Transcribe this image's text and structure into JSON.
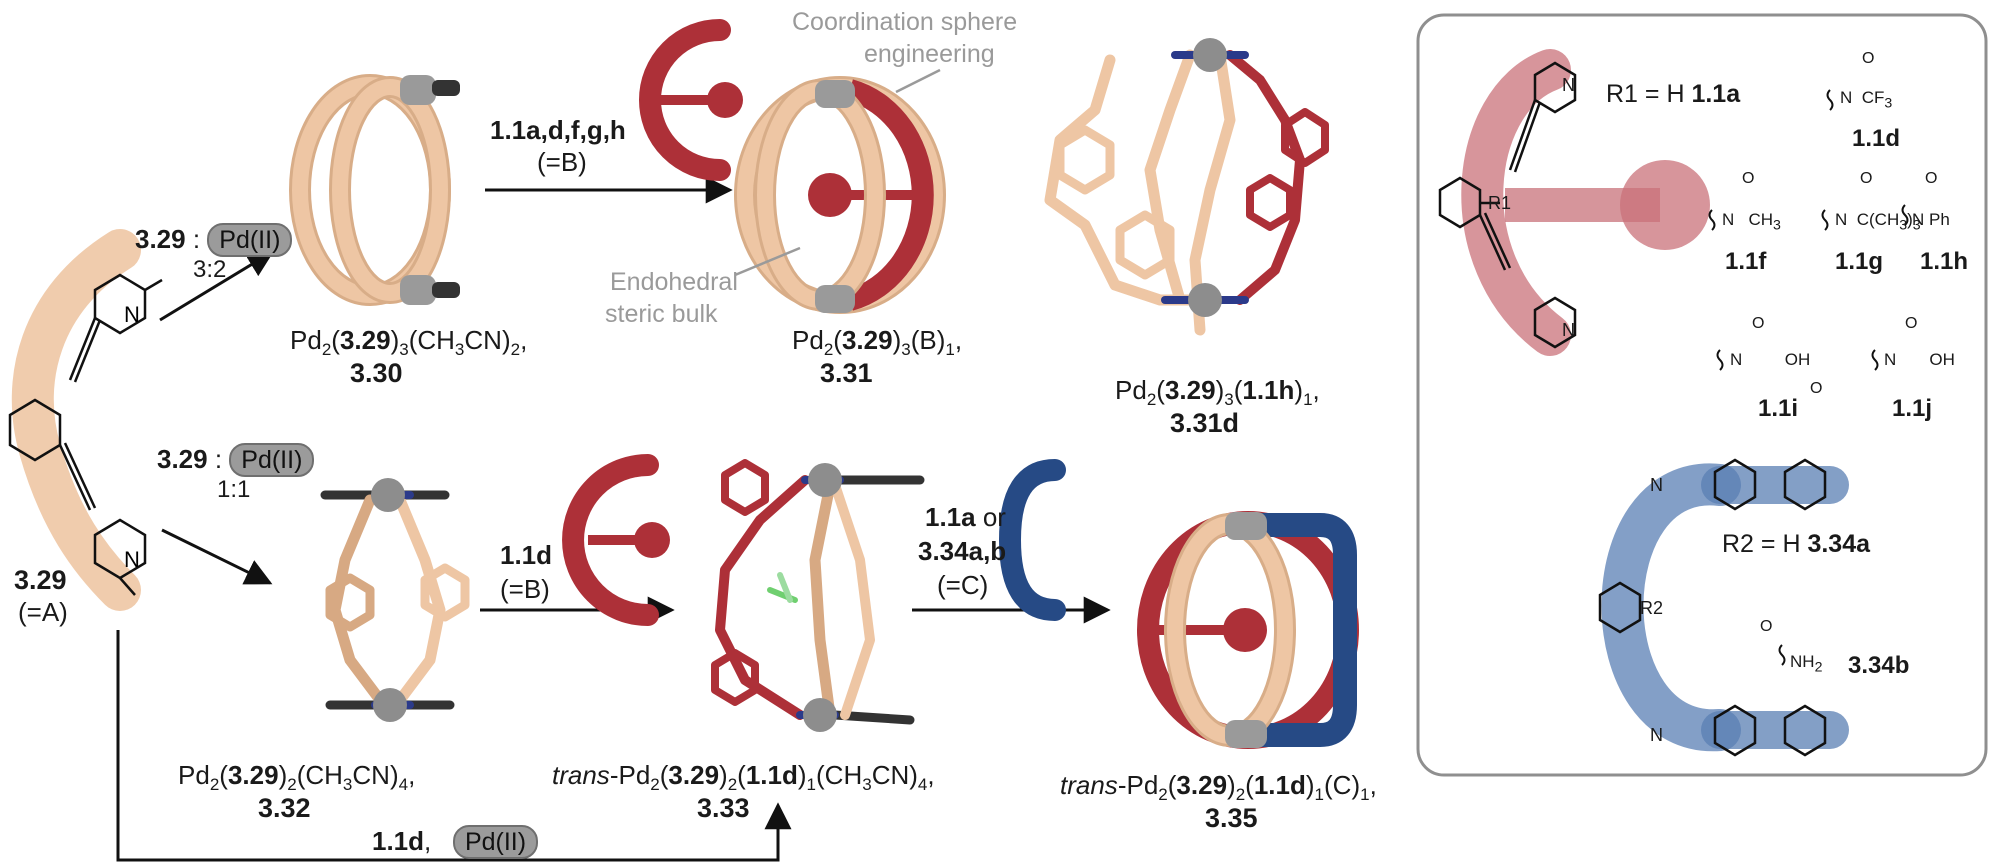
{
  "colors": {
    "beige": "#eec6a4",
    "beige_dark": "#d7a983",
    "red": "#ad3038",
    "blue": "#264a85",
    "pd_gray": "#9a9a9a",
    "panel_border": "#8f8f8f"
  },
  "ligand_A": {
    "id": "3.29",
    "tag": "(=A)"
  },
  "step_top": {
    "ligand": "3.29",
    "sep": " : ",
    "metal": "Pd(II)",
    "ratio": "3:2"
  },
  "step_mid": {
    "ligand": "3.29",
    "sep": " : ",
    "metal": "Pd(II)",
    "ratio": "1:1"
  },
  "step_bottom": {
    "reagent": "1.1d",
    "sep": ",",
    "metal": "Pd(II)"
  },
  "cond_B_top": {
    "reagents": "1.1a,d,f,g,h",
    "tag": "(=B)"
  },
  "cond_B_mid": {
    "reagent": "1.1d",
    "tag": "(=B)"
  },
  "cond_C": {
    "r1": "1.1a",
    "or": " or",
    "r2": "3.34a,b",
    "tag": "(=C)"
  },
  "annot": {
    "coord1": "Coordination sphere",
    "coord2": "engineering",
    "endo1": "Endohedral",
    "endo2": "steric bulk"
  },
  "c330": {
    "pre": "Pd",
    "s1": "2",
    "l": "3.29",
    "s2": "3",
    "post": "(CH",
    "s3": "3",
    "post2": "CN)",
    "s4": "2",
    "end": ",",
    "id": "3.30"
  },
  "c331": {
    "pre": "Pd",
    "s1": "2",
    "l": "3.29",
    "s2": "3",
    "post": "(B)",
    "s3": "1",
    "end": ",",
    "id": "3.31"
  },
  "c331d": {
    "pre": "Pd",
    "s1": "2",
    "l": "3.29",
    "s2": "3",
    "p": "(",
    "l2": "1.1h",
    "post": ")",
    "s3": "1",
    "end": ",",
    "id": "3.31d"
  },
  "c332": {
    "pre": "Pd",
    "s1": "2",
    "l": "3.29",
    "s2": "2",
    "post": "(CH",
    "s3": "3",
    "post2": "CN)",
    "s4": "4",
    "end": ",",
    "id": "3.32"
  },
  "c333": {
    "it": "trans",
    "pre": "-Pd",
    "s1": "2",
    "l": "3.29",
    "s2": "2",
    "p": "(",
    "l2": "1.1d",
    "post": ")",
    "s3": "1",
    "post2": "(CH",
    "s4": "3",
    "post3": "CN)",
    "s5": "4",
    "end": ",",
    "id": "3.33"
  },
  "c335": {
    "it": "trans",
    "pre": "-Pd",
    "s1": "2",
    "l": "3.29",
    "s2": "2",
    "p": "(",
    "l2": "1.1d",
    "post": ")",
    "s3": "1",
    "post2": "(C)",
    "s4": "1",
    "end": ",",
    "id": "3.35"
  },
  "panel": {
    "r1_label": "R1 = H ",
    "r1_cmp": "1.1a",
    "r2_label": "R2 = H ",
    "r2_cmp": "3.34a",
    "ring_R1": "R1",
    "ring_R2": "R2",
    "N": "N",
    "O": "O",
    "H": "H",
    "cf3": "CF",
    "cf3_sub": "3",
    "ch3": "CH",
    "ch3_sub": "3",
    "tbu": "C(CH",
    "tbu_sub": "3",
    "tbu_end": ")",
    "tbu_sub2": "3",
    "ph": "Ph",
    "oh": "OH",
    "nh2": "NH",
    "nh2_sub": "2",
    "cmp_d": "1.1d",
    "cmp_f": "1.1f",
    "cmp_g": "1.1g",
    "cmp_h": "1.1h",
    "cmp_i": "1.1i",
    "cmp_j": "1.1j",
    "cmp_34b": "3.34b"
  }
}
